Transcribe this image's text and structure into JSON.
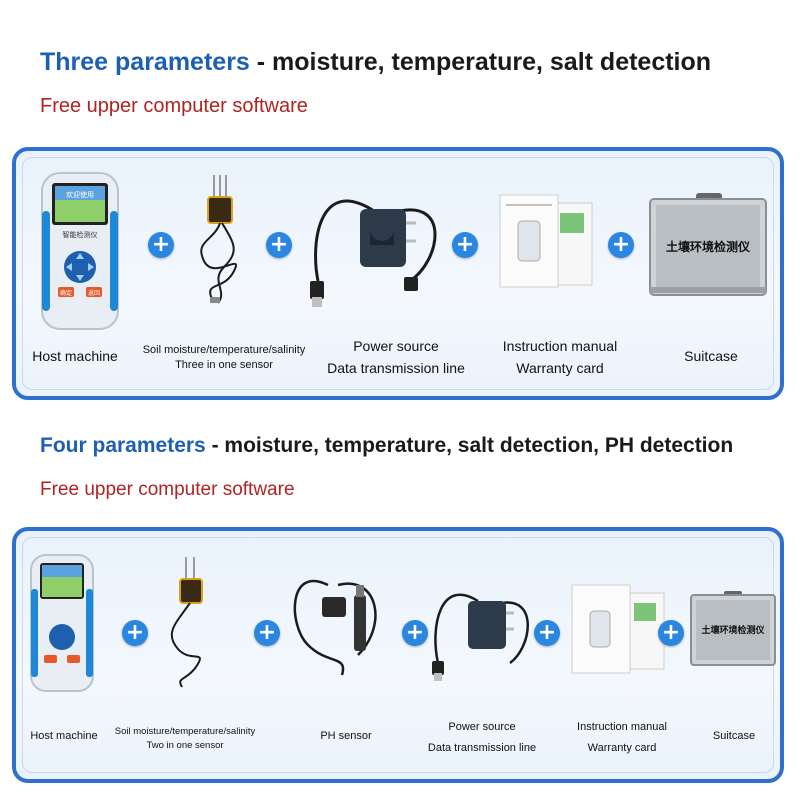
{
  "section1": {
    "title_blue": "Three parameters",
    "title_dark": " - moisture, temperature, salt detection",
    "subtitle": "Free upper computer software",
    "items": [
      {
        "line1": "Host machine",
        "line2": ""
      },
      {
        "line1": "Soil moisture/temperature/salinity",
        "line2": "Three in one sensor"
      },
      {
        "line1": "Power source",
        "line2": "Data transmission line"
      },
      {
        "line1": "Instruction manual",
        "line2": "Warranty card"
      },
      {
        "line1": "Suitcase",
        "line2": ""
      }
    ],
    "device_screen_text": "欢迎使用",
    "device_brand": "智能检测仪",
    "device_btn_left": "确定",
    "device_btn_right": "返回",
    "case_text": "土壤环境检测仪"
  },
  "section2": {
    "title_blue": "Four parameters",
    "title_dark": " - moisture, temperature, salt detection, PH detection",
    "subtitle": "Free upper computer software",
    "items": [
      {
        "line1": "Host machine",
        "line2": ""
      },
      {
        "line1": "Soil moisture/temperature/salinity",
        "line2": "Two in one sensor"
      },
      {
        "line1": "PH sensor",
        "line2": ""
      },
      {
        "line1": "Power source",
        "line2": "Data transmission line"
      },
      {
        "line1": "Instruction manual",
        "line2": "Warranty card"
      },
      {
        "line1": "Suitcase",
        "line2": ""
      }
    ],
    "case_text": "土壤环境检测仪"
  },
  "plus_symbol": "+",
  "colors": {
    "accent_blue": "#1f5fb3",
    "panel_border": "#2f6fd0",
    "subtitle_red": "#b22222",
    "plus_blue": "#2a86e0"
  }
}
